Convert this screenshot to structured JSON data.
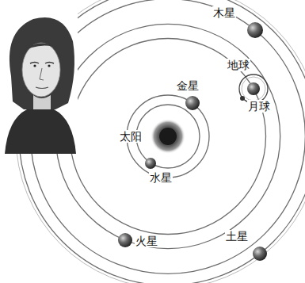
{
  "diagram": {
    "labels": [
      "木星",
      "金星",
      "地球",
      "太阳",
      "月球",
      "水星",
      "火星",
      "土星"
    ]
  }
}
